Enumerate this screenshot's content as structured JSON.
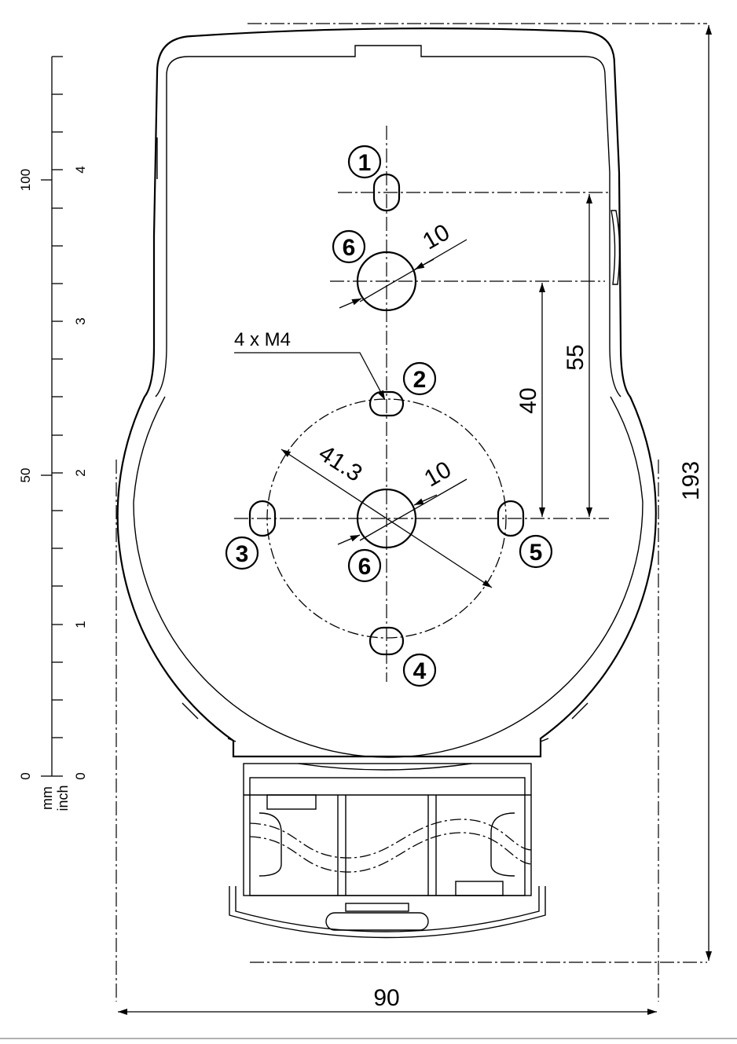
{
  "dimensions": {
    "overall_height": "193",
    "overall_width": "90",
    "bolt_circle": "41.3",
    "hole_diameter_top": "10",
    "hole_diameter_center": "10",
    "spacing_short": "40",
    "spacing_long": "55"
  },
  "thread_callout": "4 x M4",
  "callouts": [
    "1",
    "2",
    "3",
    "4",
    "5",
    "6",
    "6"
  ],
  "scale": {
    "mm_unit": "mm",
    "inch_unit": "inch",
    "mm_labels": [
      "0",
      "50",
      "100"
    ],
    "inch_labels": [
      "0",
      "1",
      "2",
      "3",
      "4"
    ]
  }
}
